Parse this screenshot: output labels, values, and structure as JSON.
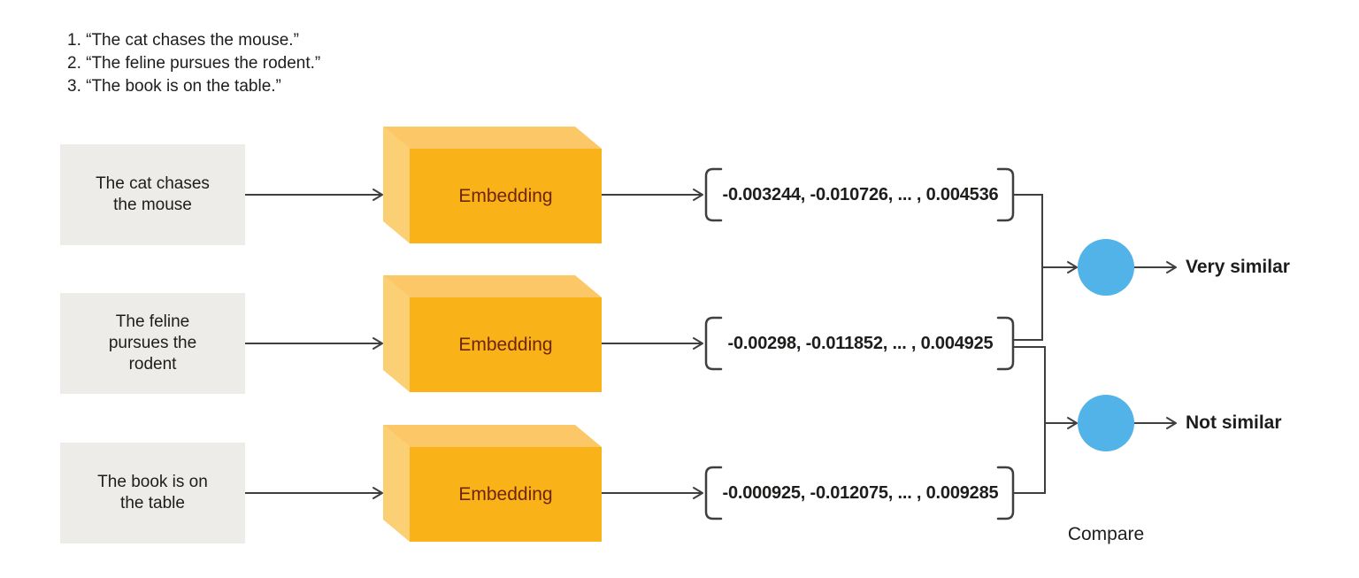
{
  "sentences_list": {
    "items": [
      {
        "text": "1. “The cat chases the mouse.”"
      },
      {
        "text": "2. “The feline pursues the rodent.”"
      },
      {
        "text": "3. “The book is on the table.”"
      }
    ]
  },
  "rows": [
    {
      "source_text": "The cat chases the mouse",
      "block_label": "Embedding",
      "vector_text": "-0.003244, -0.010726, ... , 0.004536"
    },
    {
      "source_text": "The feline pursues the rodent",
      "block_label": "Embedding",
      "vector_text": "-0.00298, -0.011852, ... , 0.004925"
    },
    {
      "source_text": "The book is on the table",
      "block_label": "Embedding",
      "vector_text": "-0.000925, -0.012075, ... , 0.009285"
    }
  ],
  "comparison": {
    "results": [
      {
        "label": "Very similar"
      },
      {
        "label": "Not similar"
      }
    ],
    "caption": "Compare"
  },
  "colors": {
    "background": "#ffffff",
    "line": "#3f3f3f",
    "source_box": "#eeece8",
    "block_front": "#f9b217",
    "block_top": "#fcc766",
    "block_side": "#fbcf74",
    "block_label_text": "#6e2509",
    "circle": "#51b3e7",
    "text": "#1d1d1b"
  }
}
